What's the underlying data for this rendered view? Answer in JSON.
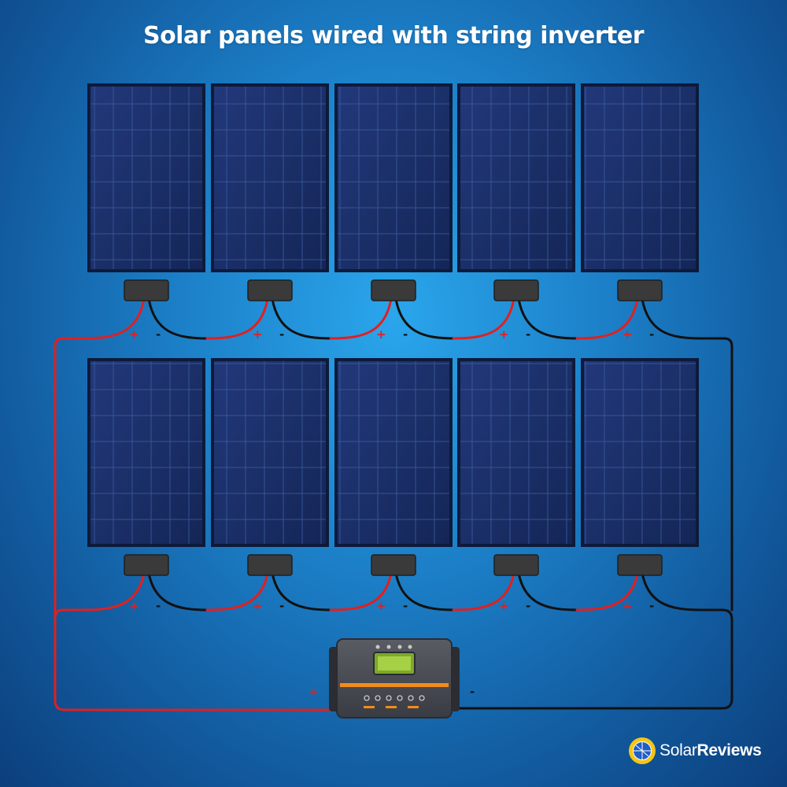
{
  "title": "Solar panels wired with string inverter",
  "rows": [
    {
      "id": "top",
      "panels": 5,
      "terminals": {
        "positive": "+",
        "negative": "-"
      }
    },
    {
      "id": "bottom",
      "panels": 5,
      "terminals": {
        "positive": "+",
        "negative": "-"
      }
    }
  ],
  "inverter": {
    "positive_label": "+",
    "negative_label": "-"
  },
  "colors": {
    "positive_wire": "#e02020",
    "negative_wire": "#111111",
    "panel": "#1c2f6b",
    "frame": "#0d1a3a",
    "junction_box": "#3a3a3a",
    "inverter_body": "#4d4f57",
    "inverter_accent": "#f08c1c",
    "inverter_display": "#9ac838"
  },
  "logo": {
    "icon": "sun-icon",
    "text_part1": "Solar",
    "text_part2": "Reviews"
  }
}
